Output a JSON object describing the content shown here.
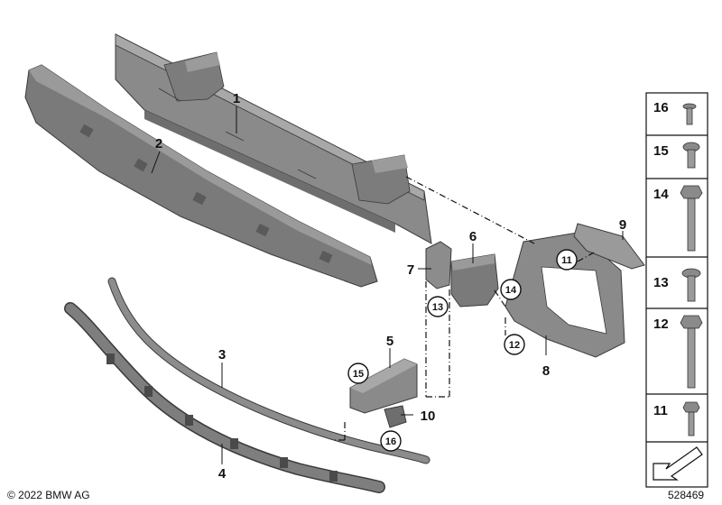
{
  "callouts": {
    "c1": "1",
    "c2": "2",
    "c3": "3",
    "c4": "4",
    "c5": "5",
    "c6": "6",
    "c7": "7",
    "c8": "8",
    "c9": "9",
    "c10": "10"
  },
  "circled": {
    "a11": "11",
    "a12": "12",
    "a13": "13",
    "a14": "14",
    "a15": "15",
    "a16": "16"
  },
  "side_panel": {
    "items": [
      "16",
      "15",
      "14",
      "13",
      "12",
      "11"
    ]
  },
  "footer": {
    "copyright": "© 2022 BMW AG",
    "diagram_number": "528469"
  }
}
